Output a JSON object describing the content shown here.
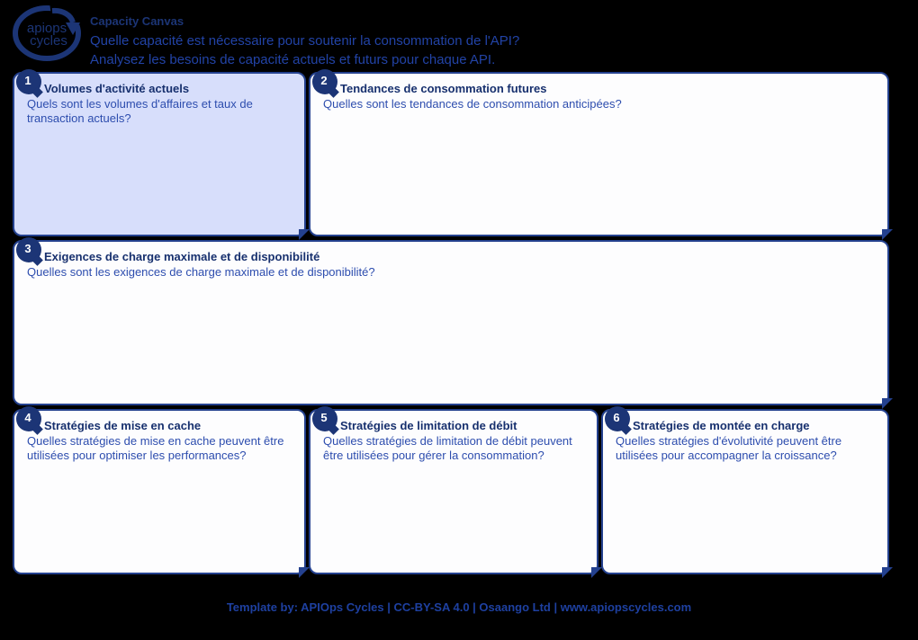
{
  "header": {
    "logo_line1": "apiops",
    "logo_line2": "cycles",
    "kicker": "Capacity Canvas",
    "line1": "Quelle capacité est nécessaire pour soutenir la consommation de l'API?",
    "line2": "Analysez les besoins de capacité actuels et futurs pour chaque API."
  },
  "colors": {
    "background": "#000000",
    "navy": "#1c3576",
    "box_border": "#24418f",
    "highlight_box_fill": "#d7defb",
    "box_fill": "#fdfdfe",
    "title_text": "#17306e",
    "question_text": "#2d4dae",
    "header_subtitle_text": "#2243a6",
    "footer_text": "#1e40a0",
    "badge_number_text": "#ffffff"
  },
  "sections": [
    {
      "number": "1",
      "title": "Volumes d'activité actuels",
      "question": "Quels sont les volumes d'affaires et taux de transaction actuels?",
      "highlighted": true
    },
    {
      "number": "2",
      "title": "Tendances de consommation futures",
      "question": "Quelles sont les tendances de consommation anticipées?",
      "highlighted": false
    },
    {
      "number": "3",
      "title": "Exigences de charge maximale et de disponibilité",
      "question": "Quelles sont les exigences de charge maximale et de disponibilité?",
      "highlighted": false
    },
    {
      "number": "4",
      "title": "Stratégies de mise en cache",
      "question": "Quelles stratégies de mise en cache peuvent être utilisées pour optimiser les performances?",
      "highlighted": false
    },
    {
      "number": "5",
      "title": "Stratégies de limitation de débit",
      "question": "Quelles stratégies de limitation de débit peuvent être utilisées pour gérer la consommation?",
      "highlighted": false
    },
    {
      "number": "6",
      "title": "Stratégies de montée en charge",
      "question": "Quelles stratégies d'évolutivité peuvent être utilisées pour accompagner la croissance?",
      "highlighted": false
    }
  ],
  "footer": {
    "text": "Template by: APIOps Cycles | CC-BY-SA 4.0 | Osaango Ltd | www.apiopscycles.com"
  }
}
